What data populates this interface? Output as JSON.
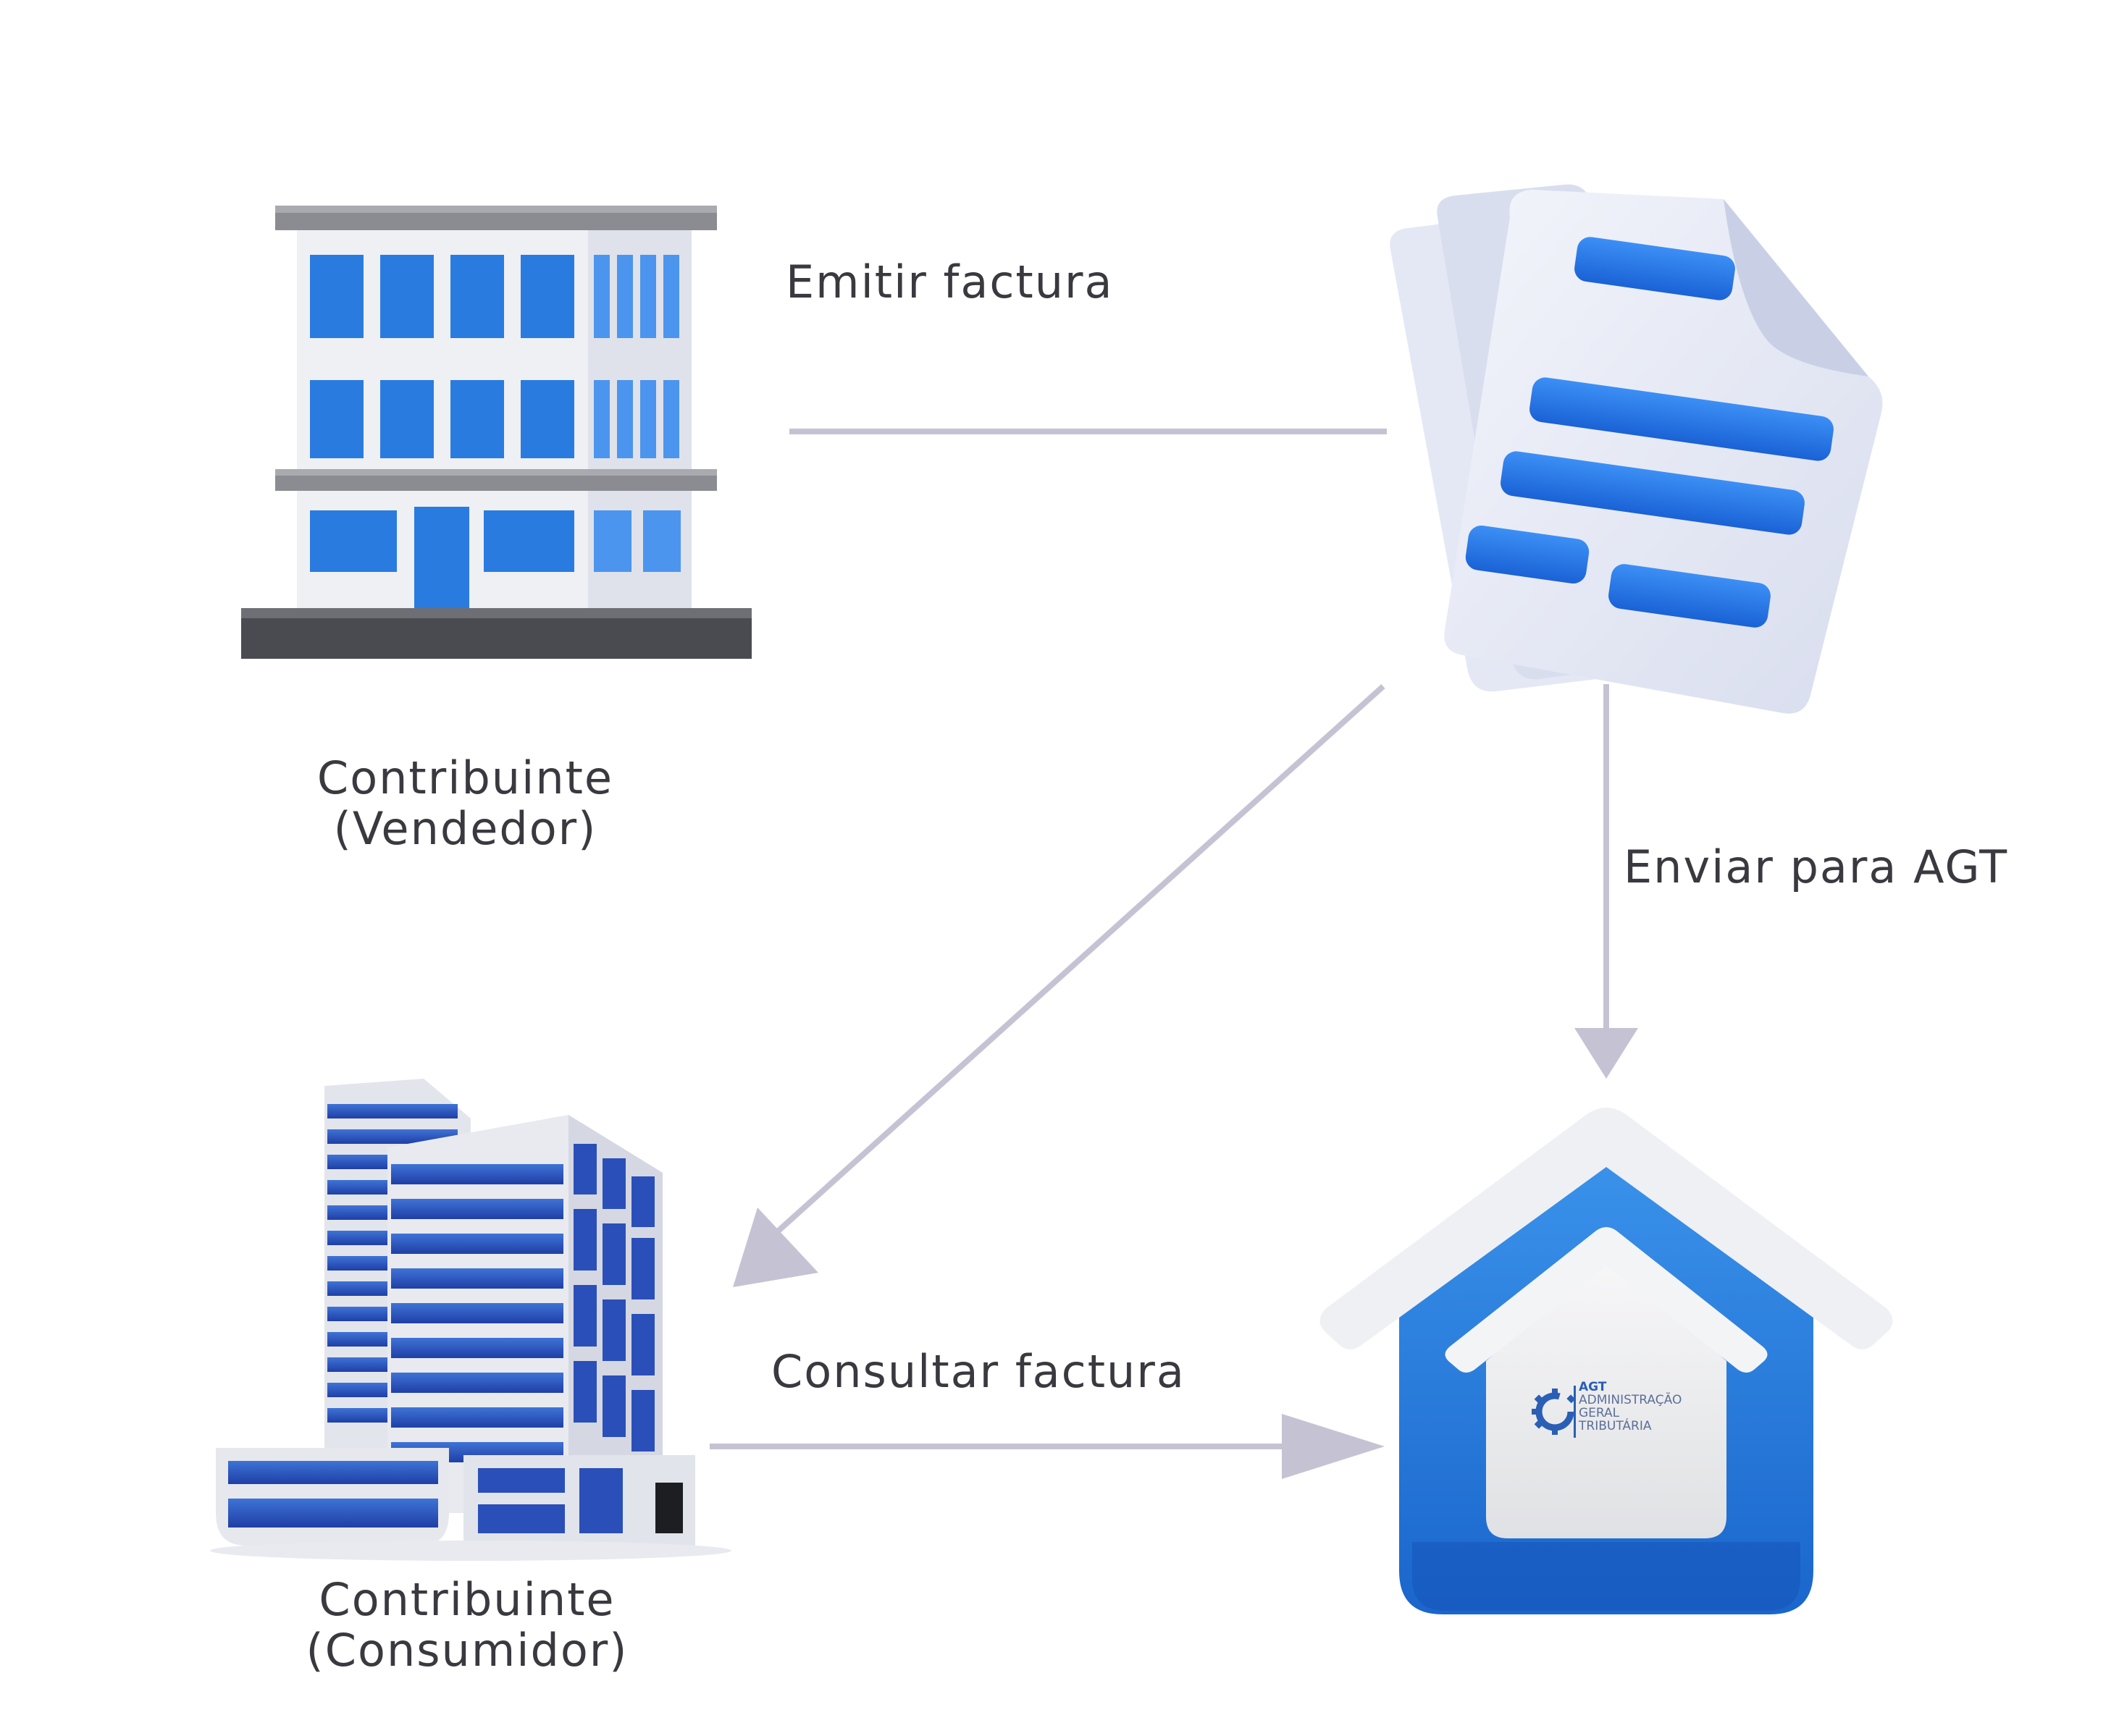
{
  "labels": {
    "emitir": "Emitir factura",
    "enviar": "Enviar para AGT",
    "consultar": "Consultar factura",
    "vendedor_line1": "Contribuinte",
    "vendedor_line2": "(Vendedor)",
    "consumidor_line1": "Contribuinte",
    "consumidor_line2": "(Consumidor)"
  },
  "agt_logo": {
    "acronym": "AGT",
    "line1": "ADMINISTRAÇÃO",
    "line2": "GERAL",
    "line3": "TRIBUTÁRIA"
  },
  "icons": {
    "seller": "office-building-icon",
    "buyer": "corporate-tower-icon",
    "document": "invoice-document-icon",
    "authority": "agt-house-icon"
  },
  "colors": {
    "connector": "#c5c3d3",
    "text": "#3a393f",
    "brand_blue": "#2a7be0",
    "dark_blue": "#1c5cc8"
  }
}
